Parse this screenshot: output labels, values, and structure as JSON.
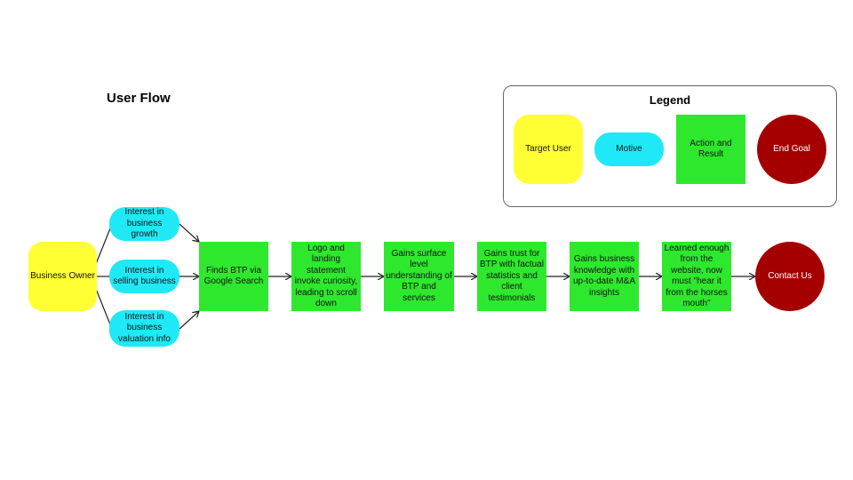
{
  "title": "User Flow",
  "legend": {
    "title": "Legend",
    "target_user": "Target User",
    "motive": "Motive",
    "action_result": "Action and Result",
    "end_goal": "End Goal"
  },
  "flow": {
    "user": "Business Owner",
    "motives": [
      "Interest in business growth",
      "Interest in selling business",
      "Interest in business valuation info"
    ],
    "steps": [
      "Finds BTP via Google Search",
      "Logo and landing statement invoke curiosity, leading to scroll down",
      "Gains surface level understanding of BTP and services",
      "Gains trust for BTP with factual statistics and client testimonials",
      "Gains business knowledge with up-to-date M&A insights",
      "Learned enough from the website, now must \"hear it from the horses mouth\""
    ],
    "goal": "Contact Us"
  },
  "colors": {
    "target_user": "#ffff33",
    "motive": "#1fe9f6",
    "action_result": "#2ee82e",
    "end_goal": "#a50000",
    "connector": "#222222"
  }
}
